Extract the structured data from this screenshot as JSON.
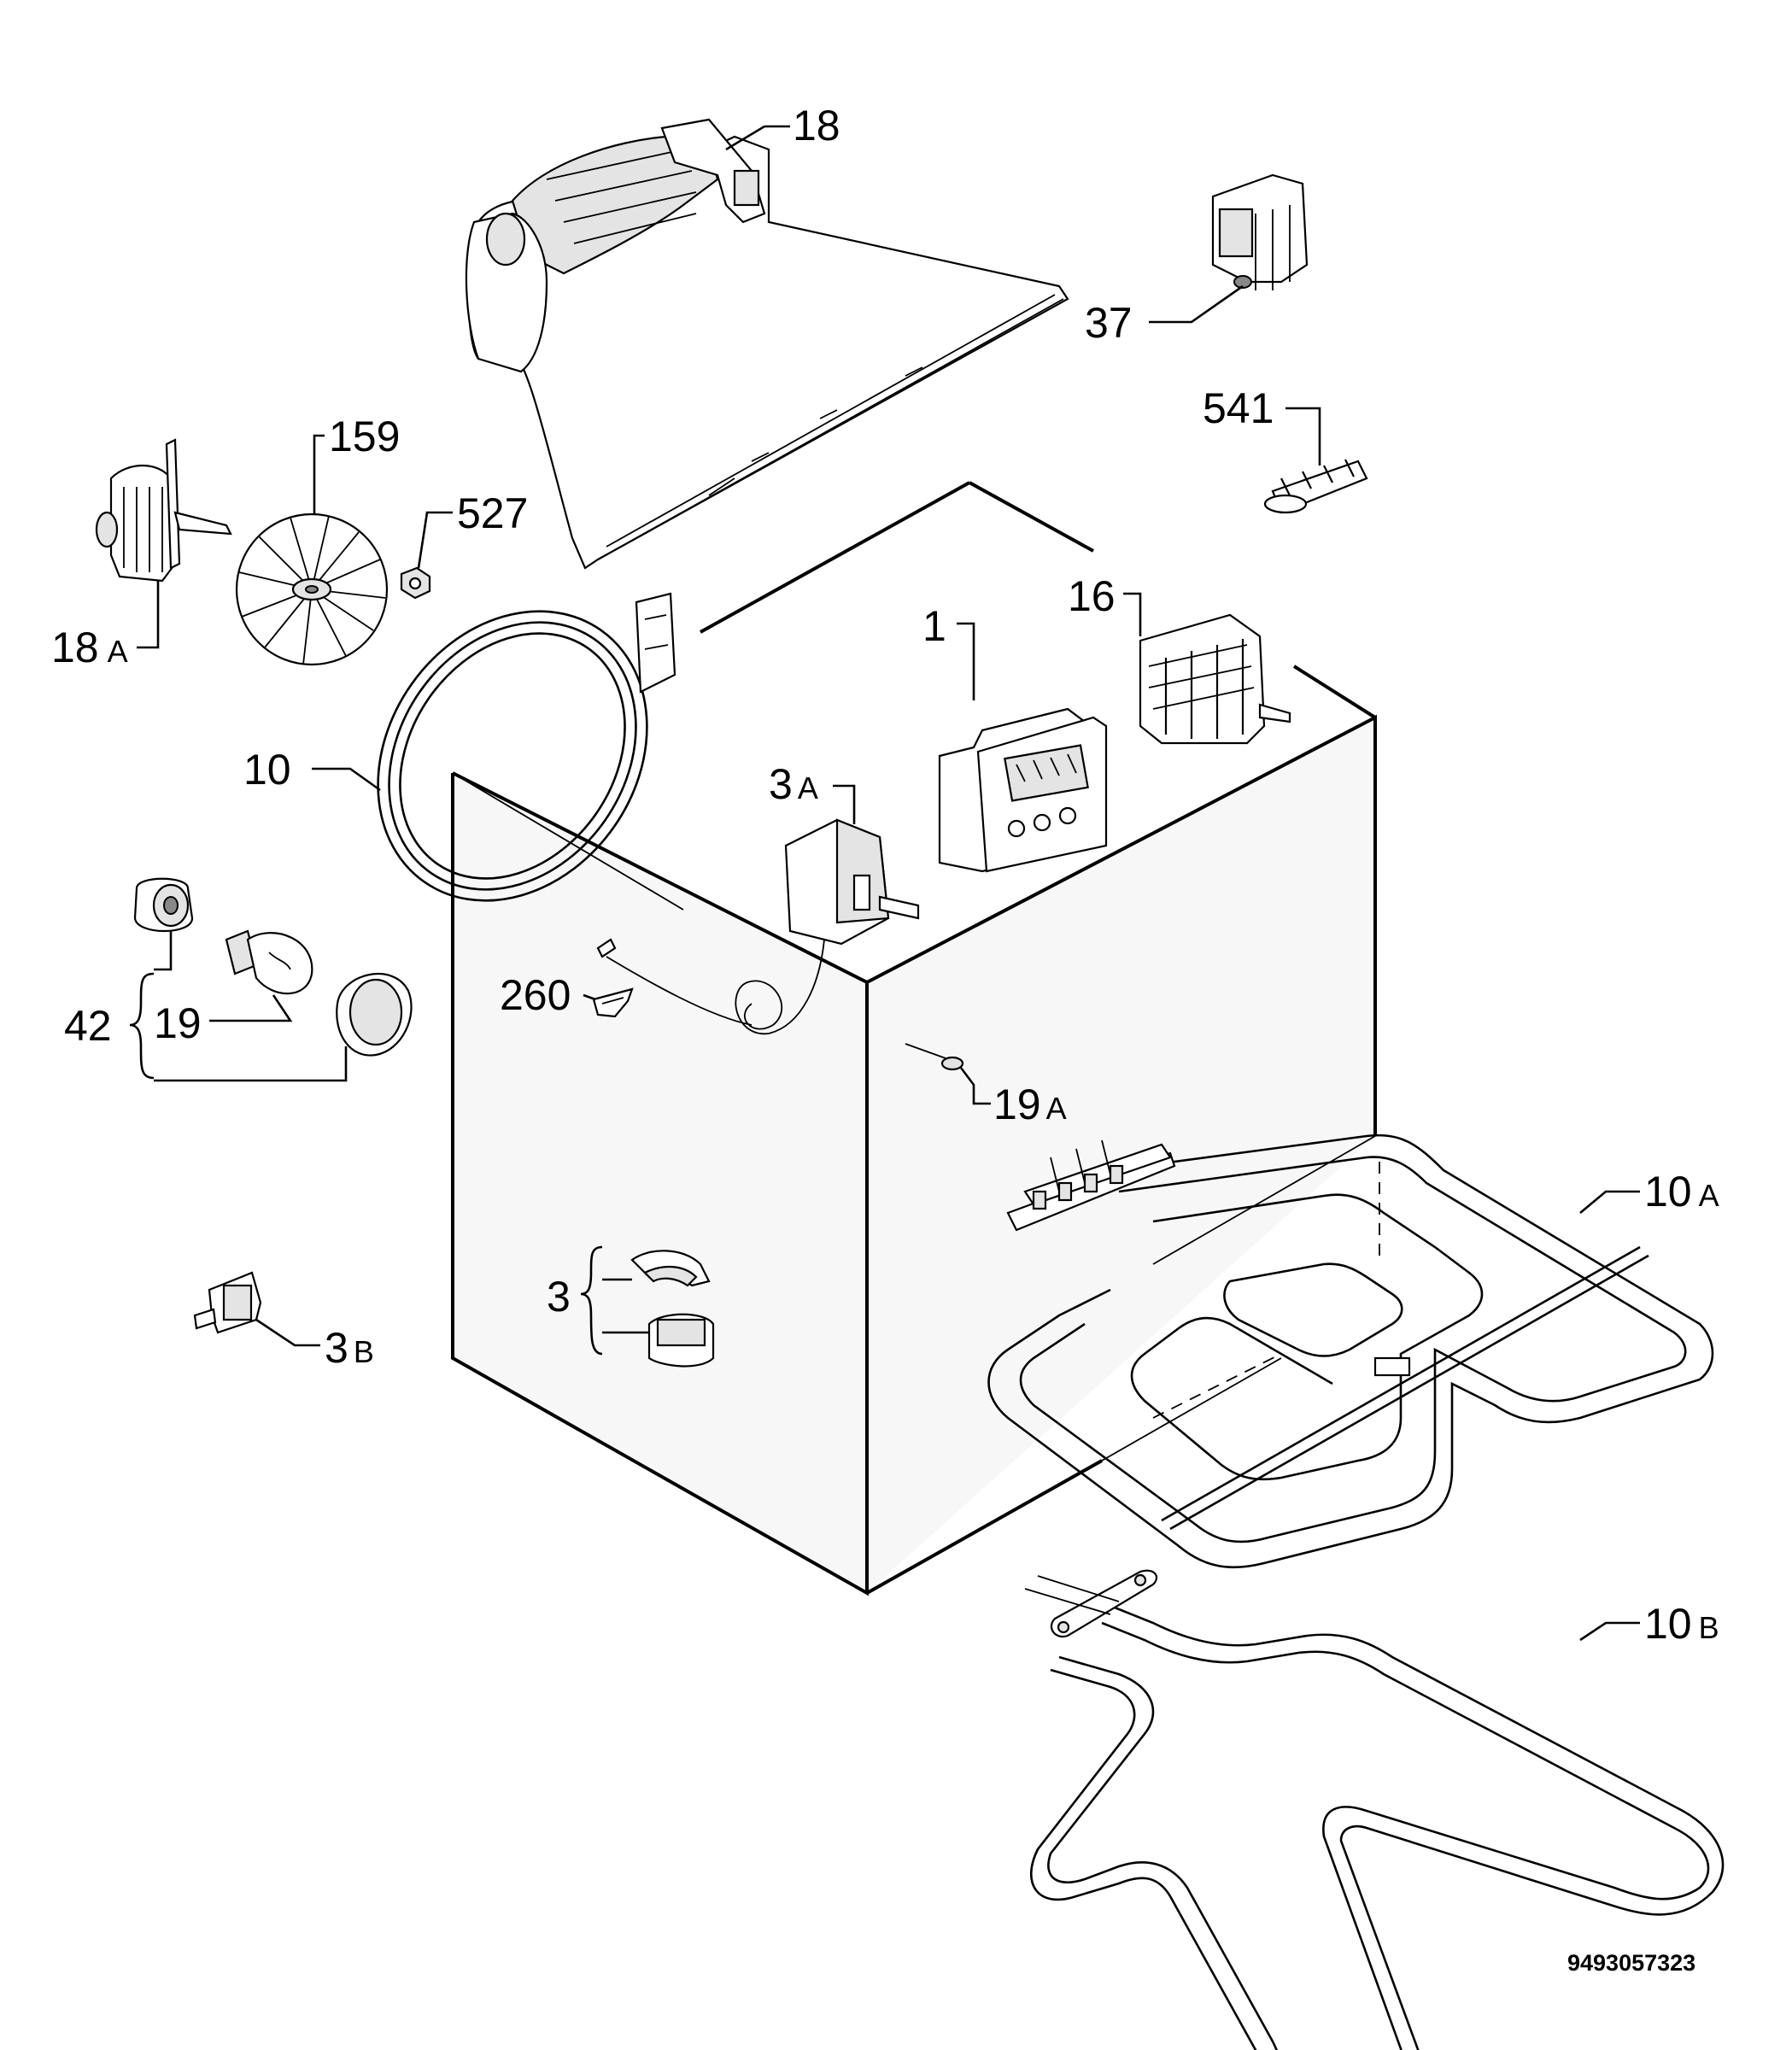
{
  "labels": {
    "p18": "18",
    "p37": "37",
    "p541": "541",
    "p159": "159",
    "p527": "527",
    "p18A": "18",
    "p18A_suffix": "A",
    "p1": "1",
    "p16": "16",
    "p10": "10",
    "p3A": "3",
    "p3A_suffix": "A",
    "p42": "42",
    "p19": "19",
    "p260": "260",
    "p19A": "19",
    "p19A_suffix": "A",
    "p10A": "10",
    "p10A_suffix": "A",
    "p3": "3",
    "p3B": "3",
    "p3B_suffix": "B",
    "p10B": "10",
    "p10B_suffix": "B"
  },
  "document_number": "9493057323"
}
